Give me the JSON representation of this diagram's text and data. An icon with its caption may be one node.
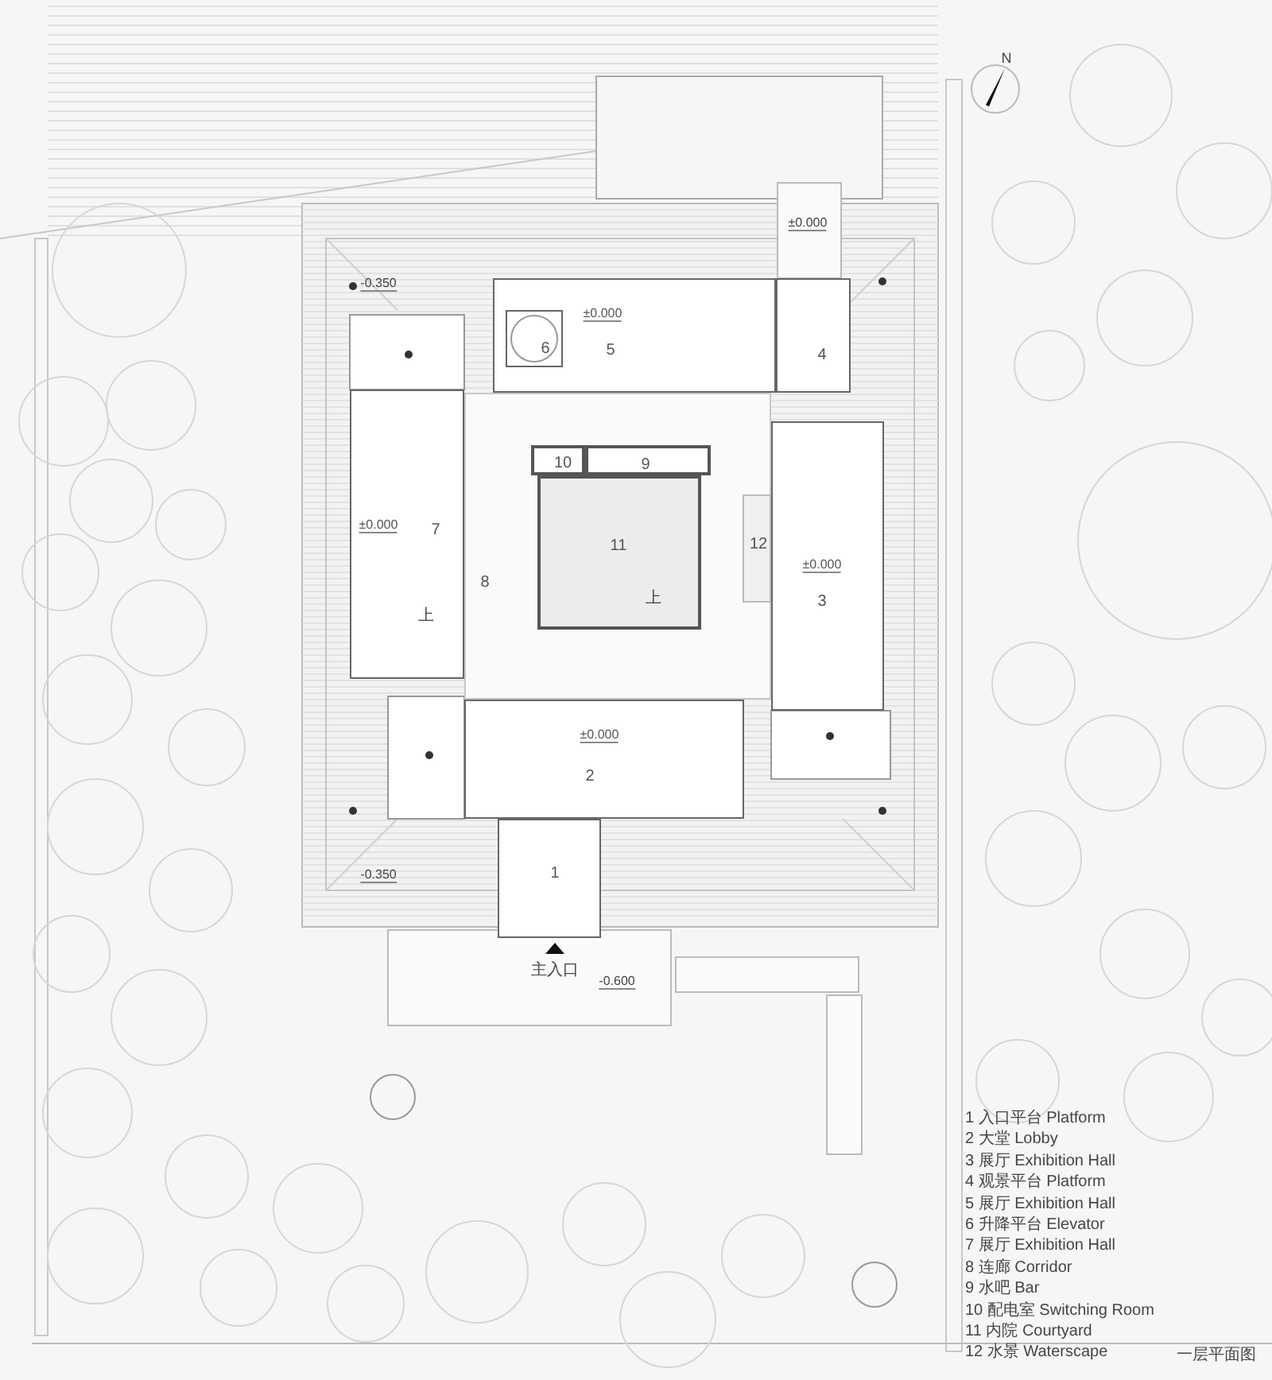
{
  "diagram": {
    "title": "一层平面图",
    "nodes": [
      {
        "text": [
          "±0.000",
          "5"
        ]
      },
      {
        "text": [
          "6"
        ],
        "in": 0
      },
      {
        "text": [
          "4"
        ]
      },
      {
        "text": [
          "±0.000",
          "7"
        ]
      },
      {
        "text": [
          "8"
        ]
      },
      {
        "text": [
          "10"
        ],
        "in": 4
      },
      {
        "text": [
          "9"
        ],
        "in": 4
      },
      {
        "text": [
          "11"
        ],
        "in": 4
      },
      {
        "text": [
          "12"
        ],
        "in": 4
      },
      {
        "text": [
          "±0.000",
          "3"
        ]
      },
      {
        "text": [
          "±0.000",
          "2"
        ]
      },
      {
        "text": [
          "1"
        ]
      }
    ],
    "labels": [
      "N",
      "±0.000",
      "-0.350",
      "上",
      "上",
      "-0.350",
      "主入口",
      "-0.600",
      "1 入口平台 Platform",
      "2 大堂 Lobby",
      "3 展厅 Exhibition Hall",
      "4 观景平台 Platform",
      "5 展厅 Exhibition Hall",
      "6 升降平台 Elevator",
      "7 展厅 Exhibition Hall",
      "8 连廊 Corridor",
      "9 水吧 Bar",
      "10 配电室 Switching Room",
      "11 内院 Courtyard",
      "12 水景 Waterscape"
    ]
  }
}
